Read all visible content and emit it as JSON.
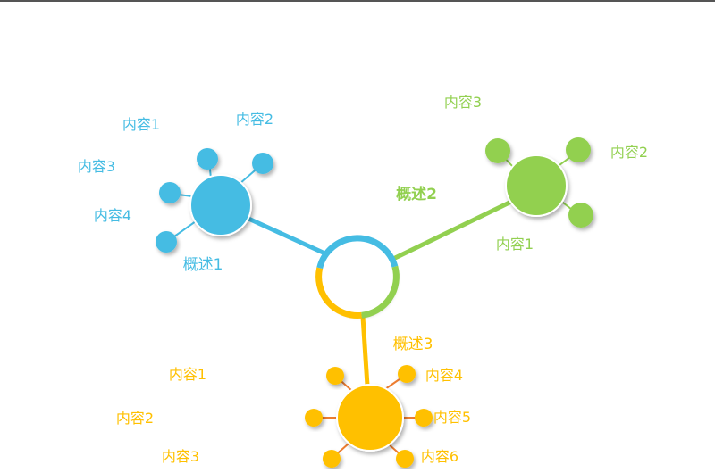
{
  "colors": {
    "blue": "#45bce3",
    "green": "#92d050",
    "gold": "#ffc000",
    "center_fill": "#ffffff"
  },
  "branches": [
    {
      "key": "blue",
      "title": "概述1",
      "items": [
        "内容1",
        "内容2",
        "内容3",
        "内容4"
      ]
    },
    {
      "key": "green",
      "title": "概述2",
      "items": [
        "内容1",
        "内容2",
        "内容3"
      ]
    },
    {
      "key": "gold",
      "title": "概述3",
      "items": [
        "内容1",
        "内容2",
        "内容3",
        "内容4",
        "内容5",
        "内容6"
      ]
    }
  ]
}
